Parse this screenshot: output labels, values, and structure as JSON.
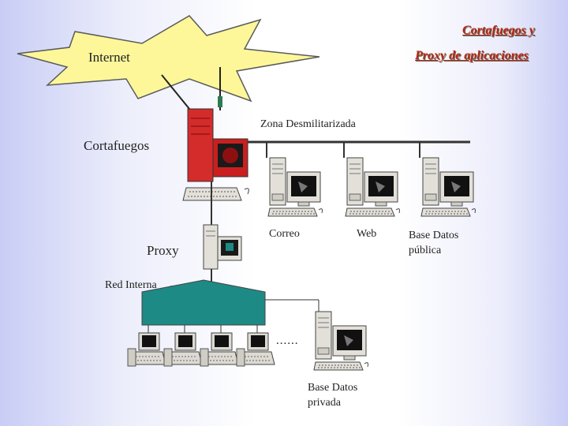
{
  "title": {
    "line1": "Cortafuegos y",
    "line2": "Proxy de aplicaciones"
  },
  "labels": {
    "internet": "Internet",
    "dmz": "Zona Desmilitarizada",
    "firewall": "Cortafuegos",
    "proxy": "Proxy",
    "red_interna": "Red Interna",
    "correo": "Correo",
    "web": "Web",
    "bd_publica": "Base Datos\npública",
    "bd_privada": "Base Datos\nprivada",
    "ellipsis": "......"
  },
  "colors": {
    "burst_fill": "#fdf79a",
    "burst_stroke": "#5a5a5a",
    "firewall_red": "#d42b2b",
    "lan_teal": "#1d8a85",
    "title_red": "#b5290e"
  }
}
